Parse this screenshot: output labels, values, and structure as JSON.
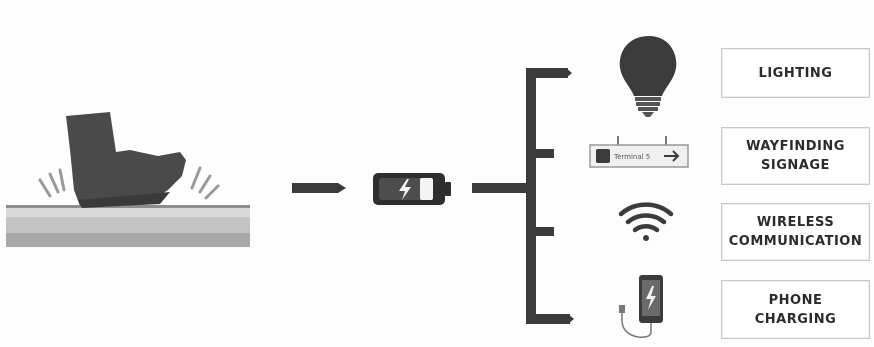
{
  "outputs": [
    {
      "id": "lighting",
      "lines": [
        "LIGHTING"
      ],
      "icon": "light-bulb-icon"
    },
    {
      "id": "wayfinding",
      "lines": [
        "WAYFINDING",
        "SIGNAGE"
      ],
      "icon": "signage-icon"
    },
    {
      "id": "wireless",
      "lines": [
        "WIRELESS",
        "COMMUNICATION"
      ],
      "icon": "wifi-icon"
    },
    {
      "id": "charging",
      "lines": [
        "PHONE",
        "CHARGING"
      ],
      "icon": "phone-charging-icon"
    }
  ],
  "signage": {
    "text": "Terminal 5"
  },
  "colors": {
    "ink": "#3b3b3b",
    "bar_dark": "#2e2e2e",
    "floor_light": "#d9d9d9",
    "floor_mid": "#a9a9a9",
    "battery_fill": "#f4f4f4"
  }
}
